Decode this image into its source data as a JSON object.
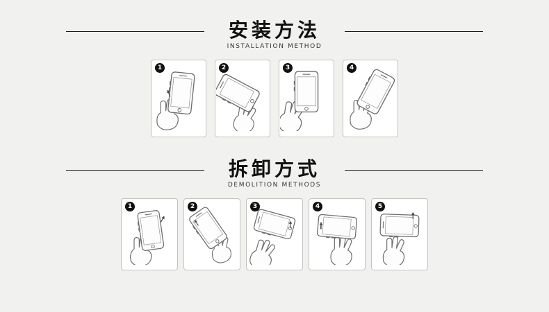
{
  "page": {
    "background": "#f1f1ef",
    "panel_border": "#c2c2c0",
    "rule_color": "#1a1a1a",
    "badge_color": "#111111",
    "line_art_color": "#6e6e6e"
  },
  "sections": [
    {
      "title": "安装方法",
      "subtitle": "INSTALLATION METHOD",
      "steps": [
        {
          "number": "1",
          "illustration": "hand-holding-phone-front-insert"
        },
        {
          "number": "2",
          "illustration": "hand-pressing-tilted-phone-side"
        },
        {
          "number": "3",
          "illustration": "hand-holding-phone-upright"
        },
        {
          "number": "4",
          "illustration": "hand-snapping-tilted-phone-corner"
        }
      ]
    },
    {
      "title": "拆卸方式",
      "subtitle": "DEMOLITION METHODS",
      "steps": [
        {
          "number": "1",
          "illustration": "hand-holding-phone-push-corner"
        },
        {
          "number": "2",
          "illustration": "thumb-pushing-tilted-phone-edge"
        },
        {
          "number": "3",
          "illustration": "hands-lifting-horizontal-phone"
        },
        {
          "number": "4",
          "illustration": "fingers-pushing-horizontal-phone-up"
        },
        {
          "number": "5",
          "illustration": "hand-pulling-case-off-horizontal-phone"
        }
      ]
    }
  ]
}
